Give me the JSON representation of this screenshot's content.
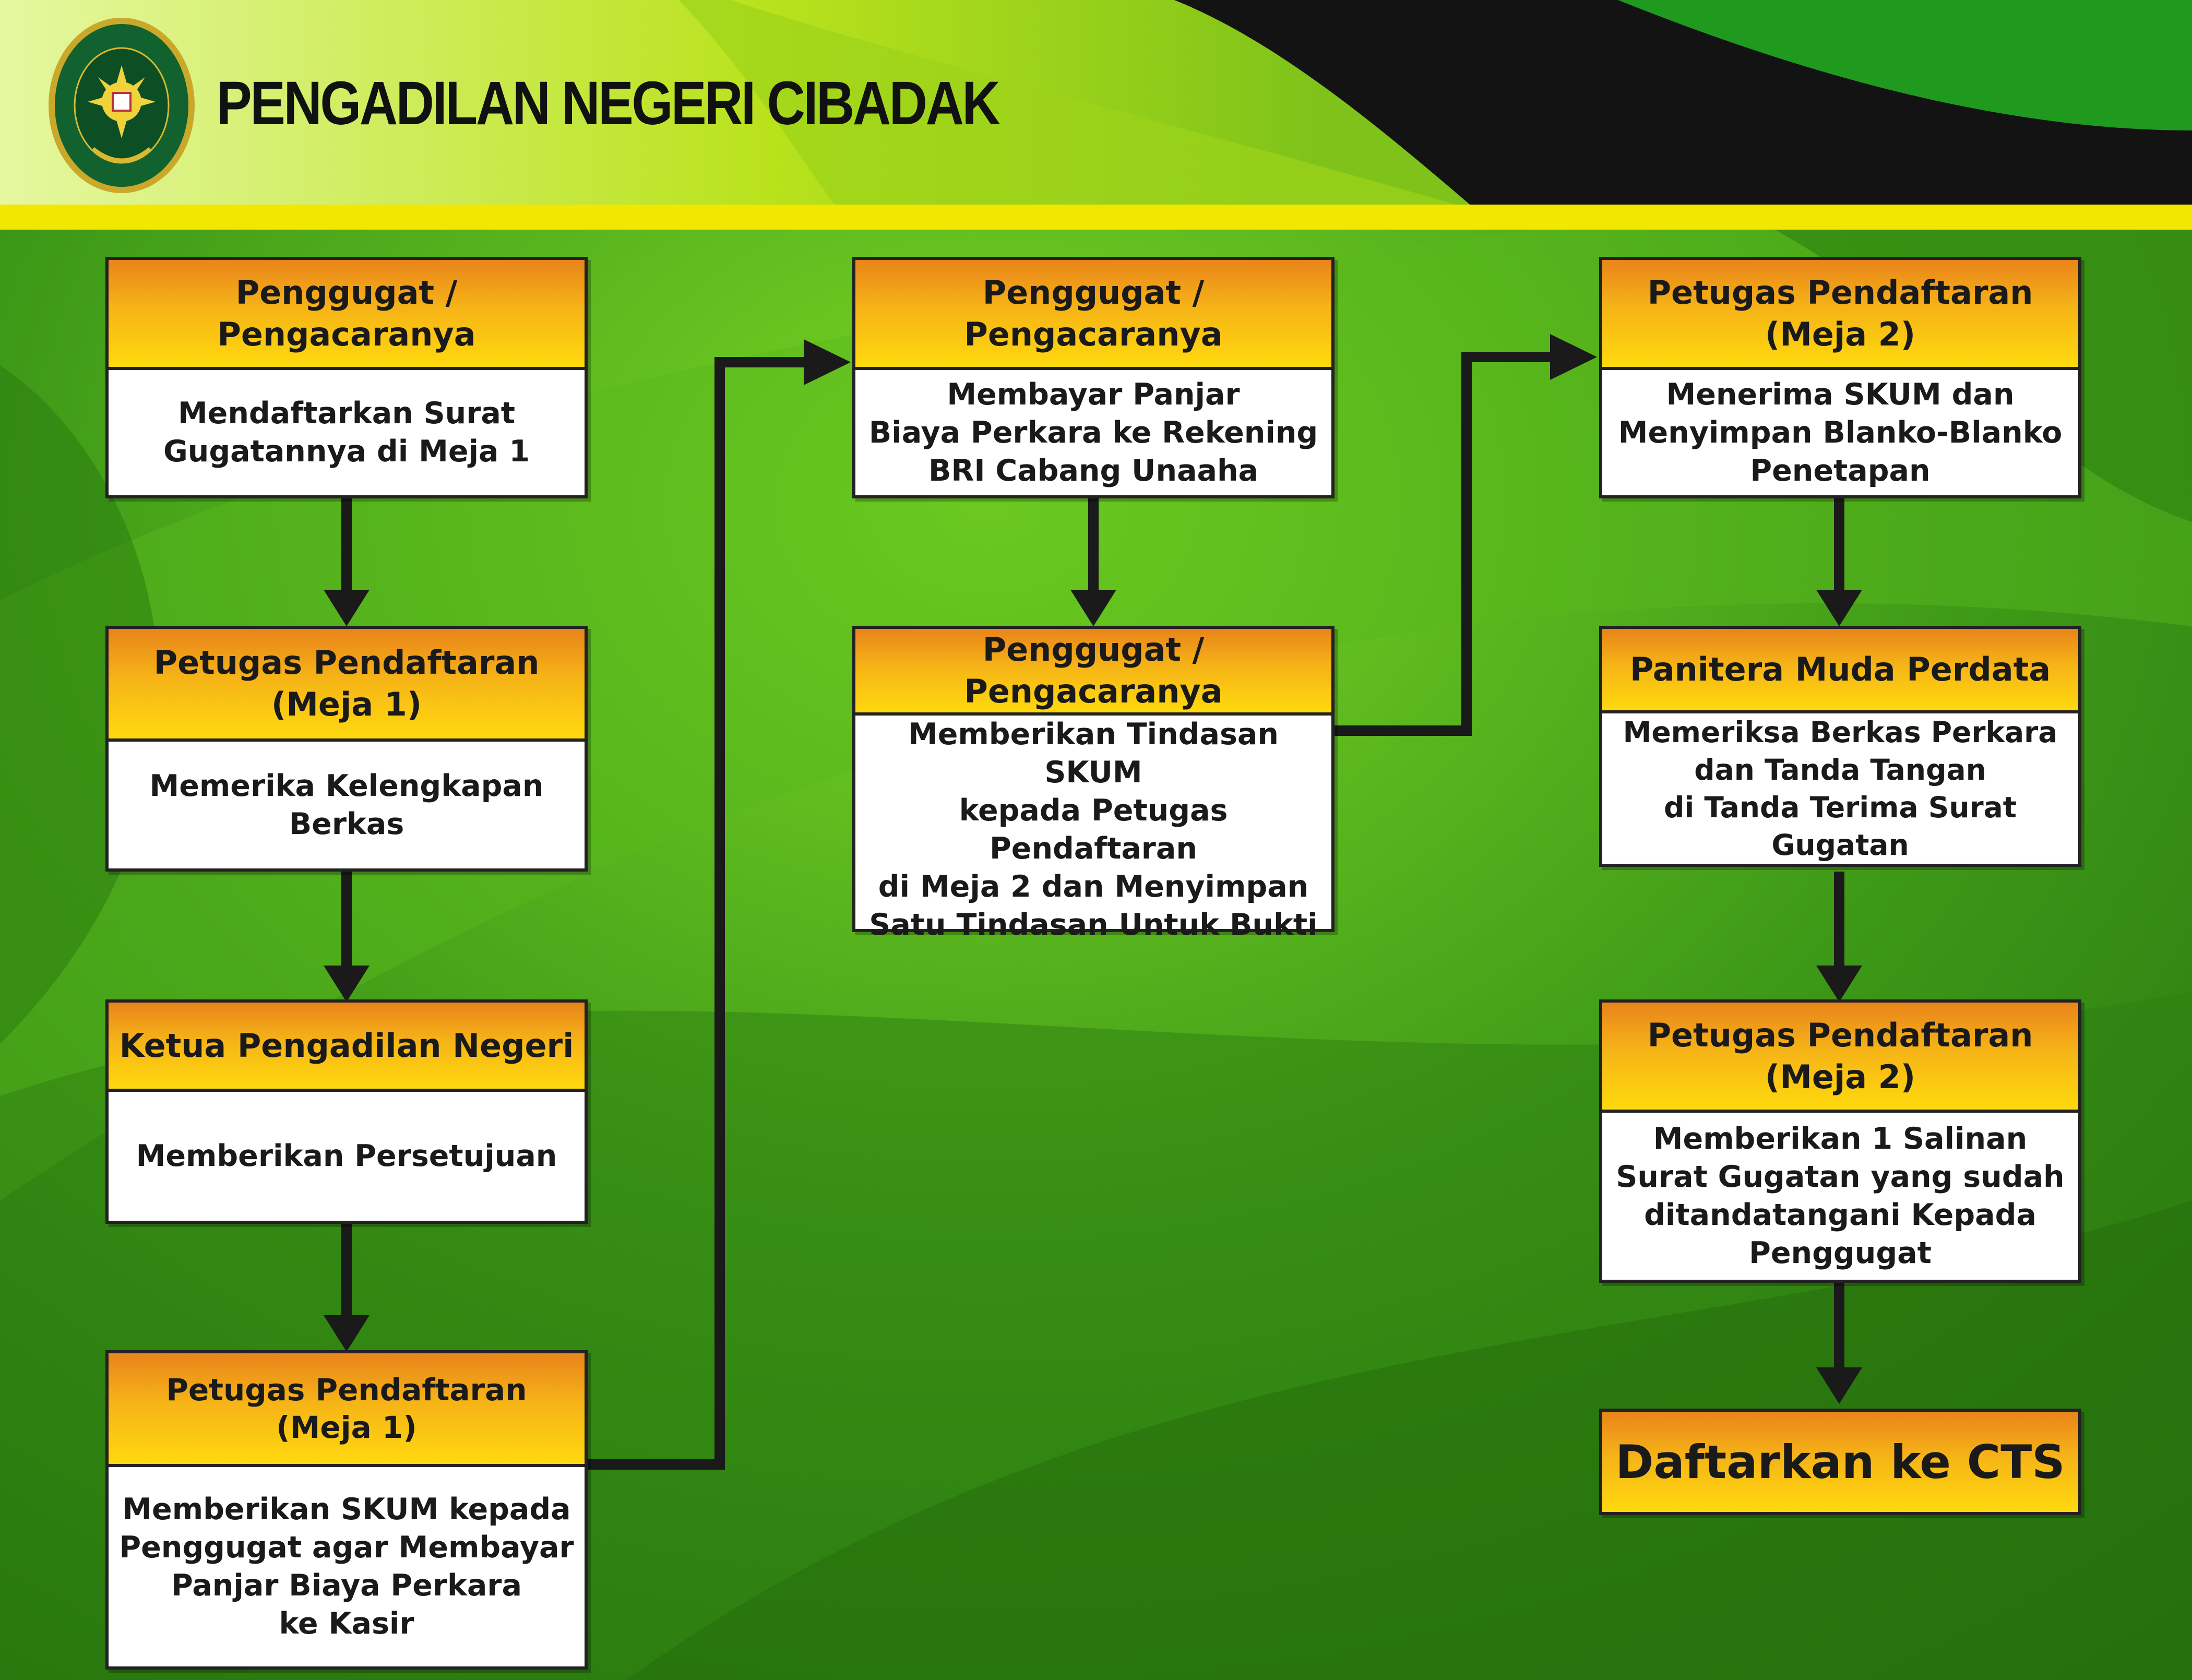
{
  "header": {
    "title": "PENGADILAN NEGERI CIBADAK"
  },
  "logo": {
    "text": "PENGADILAN NEGERI CIBADAK"
  },
  "colors": {
    "background": "#3f8f14",
    "box_header_top": "#e9841a",
    "box_header_bottom": "#ffd90e",
    "stripe": "#f3e600",
    "arrow": "#1a1a1a"
  },
  "steps": [
    {
      "head": "Penggugat /\nPengacaranya",
      "body": "Mendaftarkan Surat\nGugatannya di Meja 1"
    },
    {
      "head": "Petugas Pendaftaran\n(Meja 1)",
      "body": "Memerika Kelengkapan\nBerkas"
    },
    {
      "head": "Ketua Pengadilan Negeri",
      "body": "Memberikan Persetujuan"
    },
    {
      "head": "Petugas Pendaftaran\n(Meja 1)",
      "body": "Memberikan SKUM kepada\nPenggugat agar Membayar\nPanjar Biaya Perkara\nke Kasir"
    },
    {
      "head": "Penggugat /\nPengacaranya",
      "body": "Membayar Panjar\nBiaya Perkara ke Rekening\nBRI Cabang Unaaha"
    },
    {
      "head": "Penggugat /\nPengacaranya",
      "body": "Memberikan Tindasan SKUM\nkepada Petugas Pendaftaran\ndi Meja 2 dan Menyimpan\nSatu Tindasan Untuk Bukti"
    },
    {
      "head": "Petugas Pendaftaran\n(Meja 2)",
      "body": "Menerima SKUM dan\nMenyimpan Blanko-Blanko\nPenetapan"
    },
    {
      "head": "Panitera Muda Perdata",
      "body": "Memeriksa Berkas Perkara\ndan Tanda Tangan\ndi Tanda Terima Surat Gugatan"
    },
    {
      "head": "Petugas Pendaftaran\n(Meja 2)",
      "body": "Memberikan 1 Salinan\nSurat Gugatan yang sudah\nditandatangani Kepada\nPenggugat"
    }
  ],
  "final_step": "Daftarkan ke CTS"
}
